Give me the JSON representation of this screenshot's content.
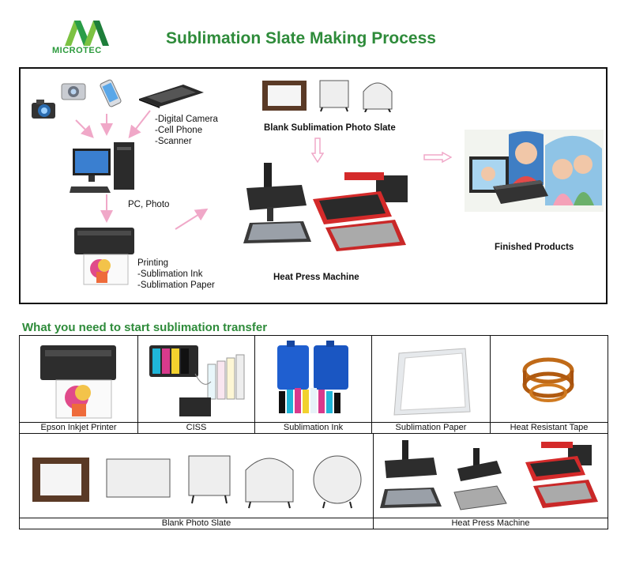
{
  "header": {
    "logo_text": "MICROTEC",
    "title": "Sublimation Slate Making Process"
  },
  "process": {
    "devices_label_1": "-Digital Camera",
    "devices_label_2": "-Cell Phone",
    "devices_label_3": "-Scanner",
    "pc_label": "PC, Photo",
    "printing_label_1": "Printing",
    "printing_label_2": "-Sublimation Ink",
    "printing_label_3": "-Sublimation Paper",
    "blank_slate_label": "Blank Sublimation Photo Slate",
    "heat_press_label": "Heat Press Machine",
    "finished_label": "Finished Products"
  },
  "needs": {
    "title": "What you need to start sublimation transfer",
    "row1": [
      "Epson Inkjet Printer",
      "CISS",
      "Sublimation Ink",
      "Sublimation Paper",
      "Heat Resistant Tape"
    ],
    "row2": [
      "Blank Photo Slate",
      "Heat Press Machine"
    ]
  },
  "colors": {
    "brand_green": "#2e8b3a",
    "arrow_pink": "#f0a8c8",
    "press_red": "#d42a2a"
  }
}
